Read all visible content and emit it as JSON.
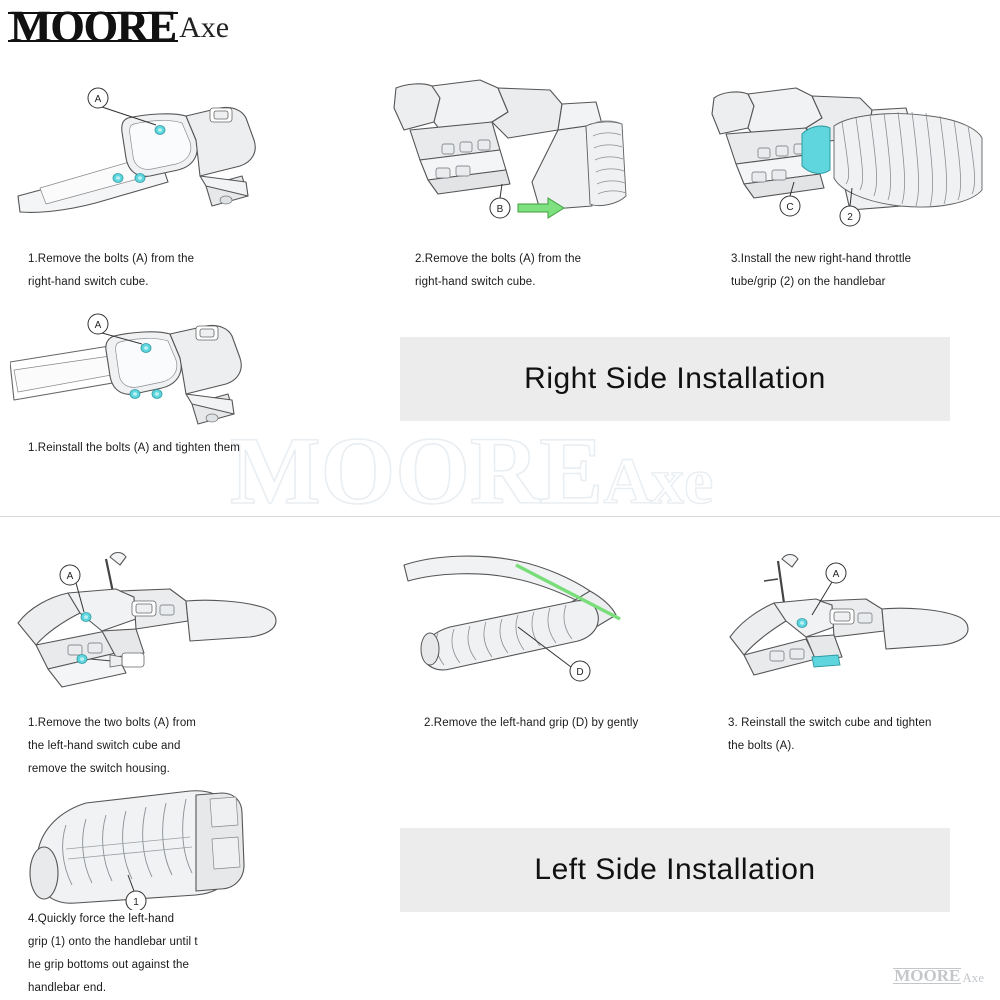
{
  "brand": {
    "main": "MOORE",
    "sub": "Axe"
  },
  "watermark": {
    "center_main": "MOORE",
    "center_sub": "Axe",
    "corner_main": "MOORE",
    "corner_sub": "Axe"
  },
  "banners": {
    "right": "Right Side Installation",
    "left": "Left Side Installation"
  },
  "right_section": {
    "steps": [
      {
        "caption_line1": "1.Remove the bolts (A) from the",
        "caption_line2": "right-hand switch cube.",
        "labels": [
          "A"
        ]
      },
      {
        "caption_line1": "2.Remove the bolts (A) from the",
        "caption_line2": "right-hand switch cube.",
        "labels": [
          "B"
        ]
      },
      {
        "caption_line1": "3.Install the new right-hand throttle",
        "caption_line2": "tube/grip (2) on the handlebar",
        "labels": [
          "C",
          "2"
        ]
      },
      {
        "caption_line1": "1.Reinstall the bolts (A) and tighten them",
        "caption_line2": "",
        "labels": [
          "A"
        ]
      }
    ]
  },
  "left_section": {
    "steps": [
      {
        "caption_line1": "1.Remove the two bolts (A) from",
        "caption_line2": "the left-hand switch cube and",
        "caption_line3": "remove the switch housing.",
        "labels": [
          "A"
        ]
      },
      {
        "caption_line1": "2.Remove the left-hand grip (D) by gently",
        "caption_line2": "",
        "labels": [
          "D"
        ]
      },
      {
        "caption_line1": "3. Reinstall the switch cube and tighten",
        "caption_line2": "the bolts (A).",
        "labels": [
          "A"
        ]
      },
      {
        "caption_line1": "4.Quickly force the left-hand",
        "caption_line2": "grip (1) onto the handlebar until t",
        "caption_line3": "he grip bottoms out against the",
        "caption_line4": "handlebar end.",
        "labels": [
          "1"
        ]
      }
    ]
  },
  "colors": {
    "banner_bg": "#ececec",
    "line": "#444444",
    "fill_light": "#f4f5f6",
    "fill_mid": "#e2e4e6",
    "accent_green": "#6fd46f",
    "accent_teal": "#49cfd6",
    "divider": "#d7dade"
  }
}
